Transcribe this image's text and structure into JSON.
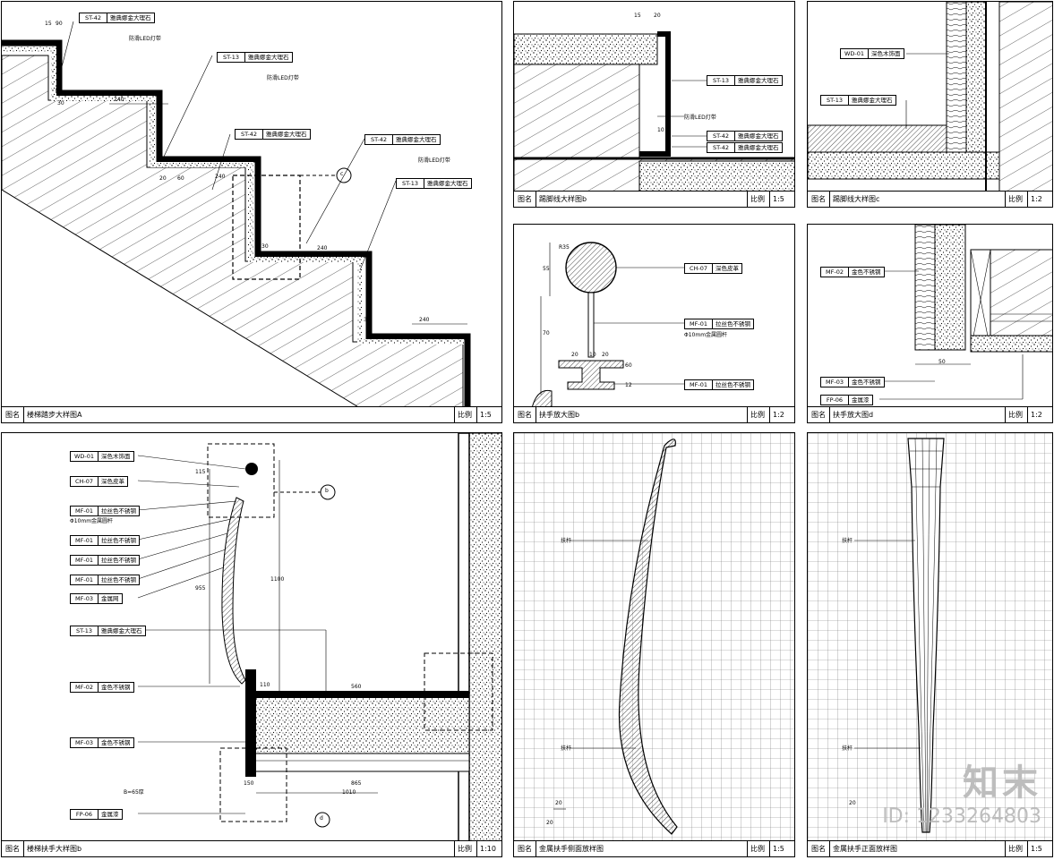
{
  "colors": {
    "line": "#000000",
    "watermark": "#bdbdbd",
    "paper": "#ffffff"
  },
  "labels": {
    "title_prefix": "图名",
    "scale_prefix": "比例"
  },
  "panels": {
    "a": {
      "title": "楼梯踏步大样图A",
      "scale": "1:5",
      "tags": [
        {
          "code": "ST-42",
          "desc": "雅典娜金大理石"
        },
        {
          "code": "ST-13",
          "desc": "雅典娜金大理石"
        },
        {
          "code": "ST-42",
          "desc": "雅典娜金大理石"
        },
        {
          "code": "ST-42",
          "desc": "雅典娜金大理石"
        },
        {
          "code": "ST-13",
          "desc": "雅典娜金大理石"
        }
      ],
      "notes": [
        "防滑LED灯带",
        "防滑LED灯带",
        "防滑LED灯带"
      ],
      "dims": [
        "15",
        "90",
        "240",
        "30",
        "20",
        "60",
        "240",
        "30",
        "240",
        "30",
        "240"
      ],
      "section_marker": "c"
    },
    "b": {
      "title": "踢脚线大样图b",
      "scale": "1:5",
      "tags": [
        {
          "code": "ST-13",
          "desc": "雅典娜金大理石"
        },
        {
          "code": "ST-42",
          "desc": "雅典娜金大理石"
        },
        {
          "code": "ST-42",
          "desc": "雅典娜金大理石"
        }
      ],
      "notes": [
        "防滑LED灯带"
      ],
      "dims": [
        "15",
        "20",
        "10"
      ]
    },
    "c": {
      "title": "踢脚线大样图c",
      "scale": "1:2",
      "tags": [
        {
          "code": "WD-01",
          "desc": "深色木饰面"
        },
        {
          "code": "ST-13",
          "desc": "雅典娜金大理石"
        }
      ]
    },
    "d": {
      "title": "扶手放大图b",
      "scale": "1:2",
      "tags": [
        {
          "code": "CH-07",
          "desc": "深色皮革"
        },
        {
          "code": "MF-01",
          "desc": "拉丝色不锈钢"
        },
        {
          "code": "MF-01",
          "desc": "拉丝色不锈钢"
        }
      ],
      "notes": [
        "Φ10mm金属圆杆"
      ],
      "dims": [
        "R35",
        "55",
        "70",
        "20",
        "10",
        "20",
        "60",
        "12"
      ]
    },
    "e": {
      "title": "扶手放大图d",
      "scale": "1:2",
      "tags": [
        {
          "code": "MF-02",
          "desc": "金色不锈钢"
        },
        {
          "code": "MF-03",
          "desc": "金色不锈钢"
        },
        {
          "code": "FP-06",
          "desc": "金属漆"
        }
      ],
      "dims": [
        "50"
      ]
    },
    "f": {
      "title": "楼梯扶手大样图b",
      "scale": "1:10",
      "tags": [
        {
          "code": "WD-01",
          "desc": "深色木饰面"
        },
        {
          "code": "CH-07",
          "desc": "深色皮革"
        },
        {
          "code": "MF-01",
          "desc": "拉丝色不锈钢"
        },
        {
          "code": "MF-01",
          "desc": "拉丝色不锈钢"
        },
        {
          "code": "MF-01",
          "desc": "拉丝色不锈钢"
        },
        {
          "code": "MF-01",
          "desc": "拉丝色不锈钢"
        },
        {
          "code": "MF-03",
          "desc": "金属网"
        },
        {
          "code": "ST-13",
          "desc": "雅典娜金大理石"
        },
        {
          "code": "MF-02",
          "desc": "金色不锈钢"
        },
        {
          "code": "MF-03",
          "desc": "金色不锈钢"
        },
        {
          "code": "FP-06",
          "desc": "金属漆"
        }
      ],
      "notes": [
        "Φ10mm金属圆杆",
        "B=65厚"
      ],
      "dims": [
        "115",
        "955",
        "1100",
        "110",
        "560",
        "865",
        "1010",
        "150"
      ],
      "markers": [
        "b",
        "d"
      ]
    },
    "g": {
      "title": "金属扶手侧面放样图",
      "scale": "1:5",
      "notes": [
        "扶杆",
        "扶杆"
      ],
      "dims": [
        "20",
        "20"
      ]
    },
    "h": {
      "title": "金属扶手正面放样图",
      "scale": "1:5",
      "notes": [
        "扶杆",
        "扶杆"
      ],
      "dims": [
        "20"
      ]
    }
  },
  "watermark": {
    "brand": "知末",
    "id": "ID: 1233264803"
  }
}
